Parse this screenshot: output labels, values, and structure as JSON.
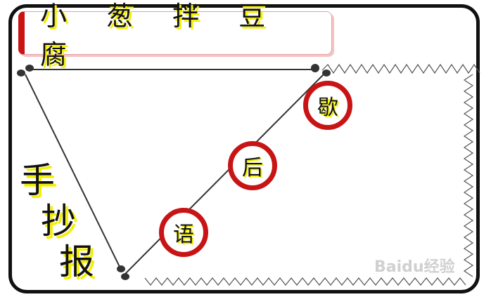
{
  "title": "小 葱 拌 豆 腐",
  "vertical_title": [
    "手",
    "抄",
    "报"
  ],
  "circles": [
    "语",
    "后",
    "歇"
  ],
  "watermark": "Baidu经验",
  "colors": {
    "accent_red": "#c81414",
    "shadow_yellow": "#f4f000",
    "line": "#333333",
    "frame": "#111111"
  }
}
